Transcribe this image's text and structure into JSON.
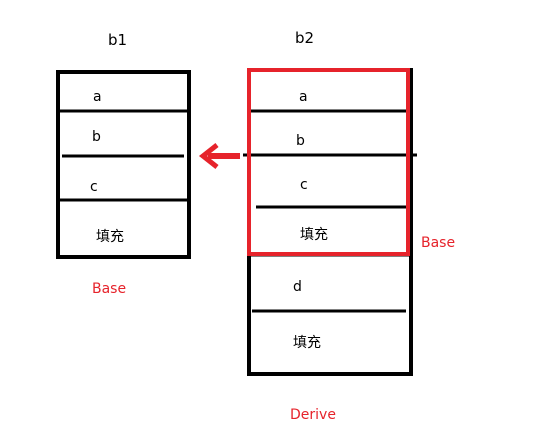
{
  "b1": {
    "title": "b1",
    "fields": [
      "a",
      "b",
      "c",
      "填充"
    ],
    "caption": "Base"
  },
  "b2": {
    "title": "b2",
    "base_fields": [
      "a",
      "b",
      "c",
      "填充"
    ],
    "base_caption": "Base",
    "derived_fields": [
      "d",
      "填充"
    ],
    "caption": "Derive"
  },
  "colors": {
    "stroke": "#000000",
    "highlight": "#e6232b"
  },
  "icons": {
    "arrow": "left-arrow-icon"
  }
}
